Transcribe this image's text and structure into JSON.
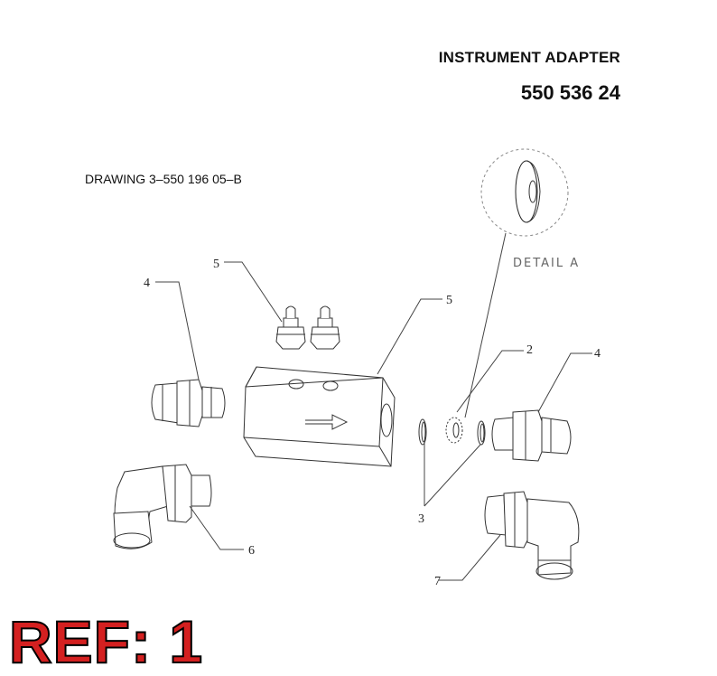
{
  "header": {
    "title": "INSTRUMENT ADAPTER",
    "part_number": "550 536 24",
    "drawing_ref": "DRAWING 3–550 196 05–B"
  },
  "diagram": {
    "detail_label": "DETAIL A",
    "callouts": {
      "c5_left": "5",
      "c4_left": "4",
      "c5_right": "5",
      "c2": "2",
      "c4_right": "4",
      "c3": "3",
      "c6": "6",
      "c7": "7"
    }
  },
  "footer": {
    "ref_label": "REF: 1"
  },
  "colors": {
    "ref_red": "#d42020"
  }
}
